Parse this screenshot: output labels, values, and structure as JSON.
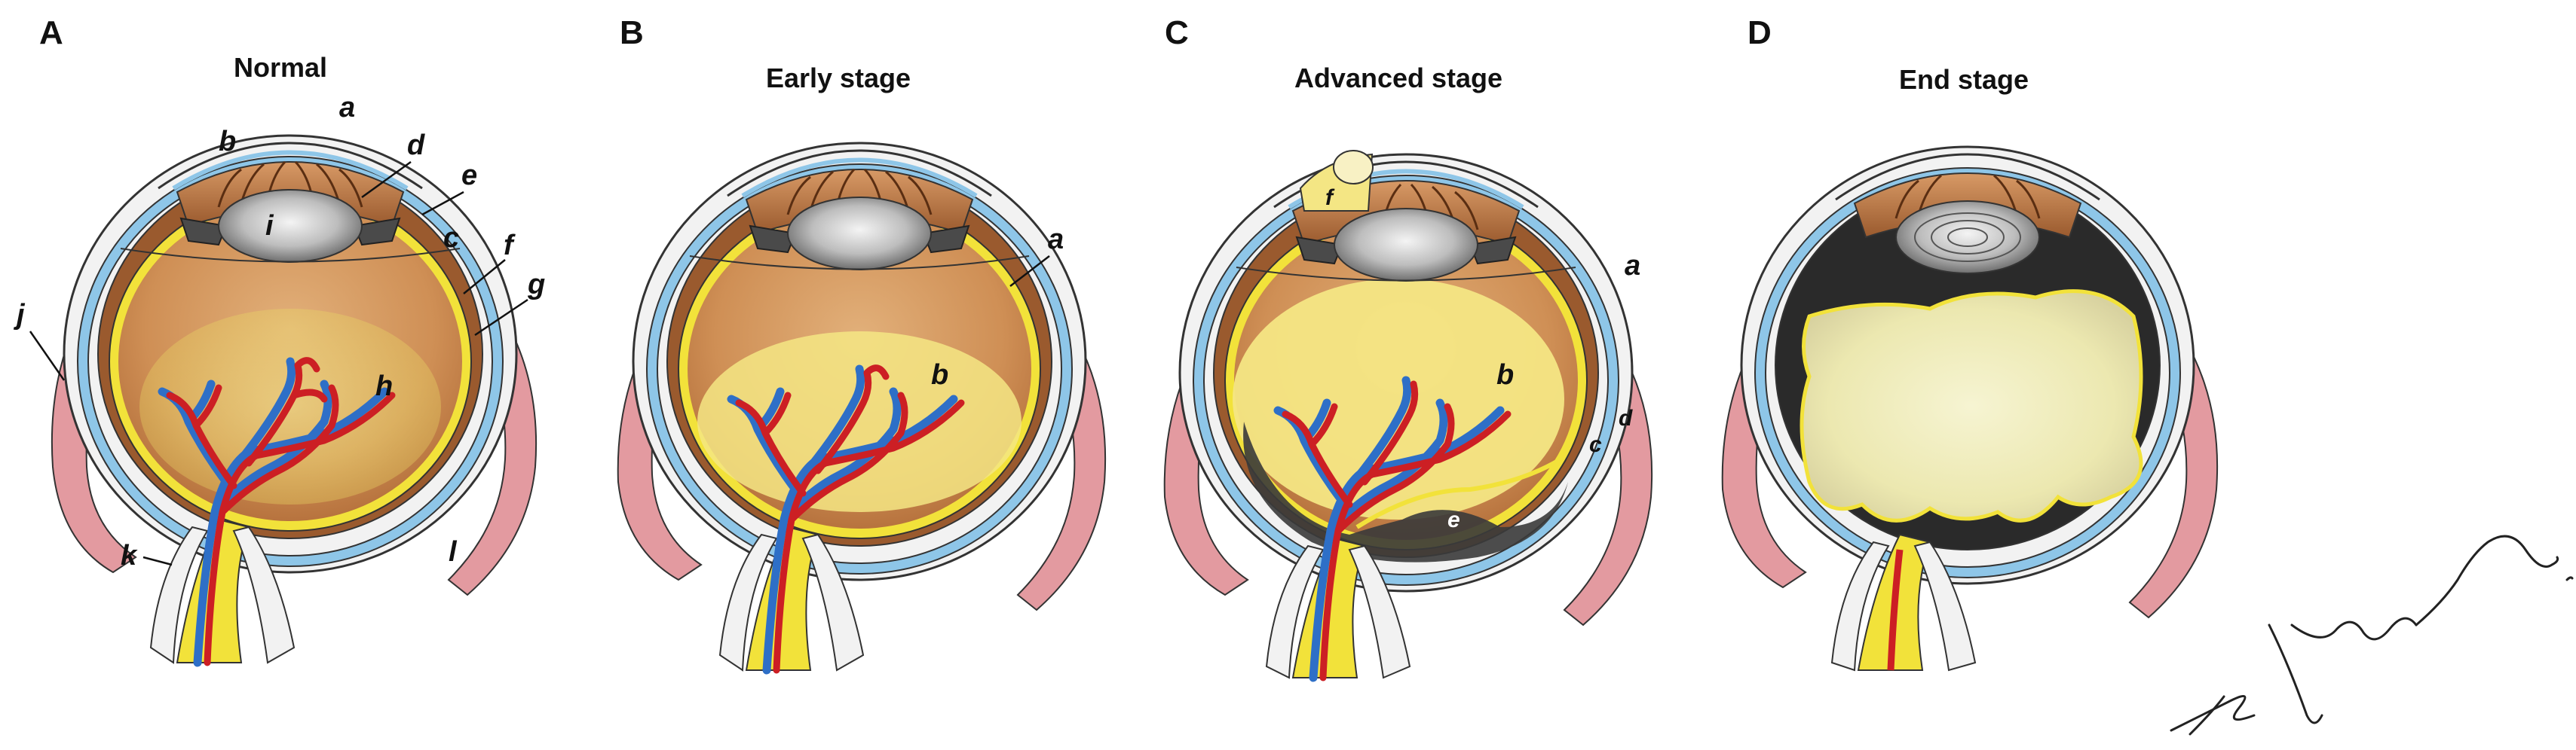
{
  "panels": [
    {
      "letter": "A",
      "title": "Normal",
      "labels": {
        "a": "a",
        "b": "b",
        "c": "c",
        "d": "d",
        "e": "e",
        "f": "f",
        "g": "g",
        "h": "h",
        "i": "i",
        "j": "j",
        "k": "k",
        "l": "l"
      }
    },
    {
      "letter": "B",
      "title": "Early stage",
      "labels": {
        "a": "a",
        "b": "b"
      }
    },
    {
      "letter": "C",
      "title": "Advanced stage",
      "labels": {
        "a": "a",
        "b": "b",
        "c": "c",
        "d": "d",
        "e": "e",
        "f": "f"
      }
    },
    {
      "letter": "D",
      "title": "End stage",
      "labels": {}
    }
  ],
  "colors": {
    "sclera_outer": "#f2f2f2",
    "sclera_line": "#3a3a3a",
    "choroid_blue": "#8ec6e8",
    "retina_yellow": "#f2e23a",
    "vitreous_orange": "#d89a5c",
    "hemorrhage_yellow": "#f4e684",
    "artery_red": "#cc1f24",
    "vein_blue": "#2e6fc7",
    "muscle_pink": "#e39aa0",
    "detachment_dark": "#2a2a2a",
    "end_stage_fill": "#f1f0c4"
  }
}
